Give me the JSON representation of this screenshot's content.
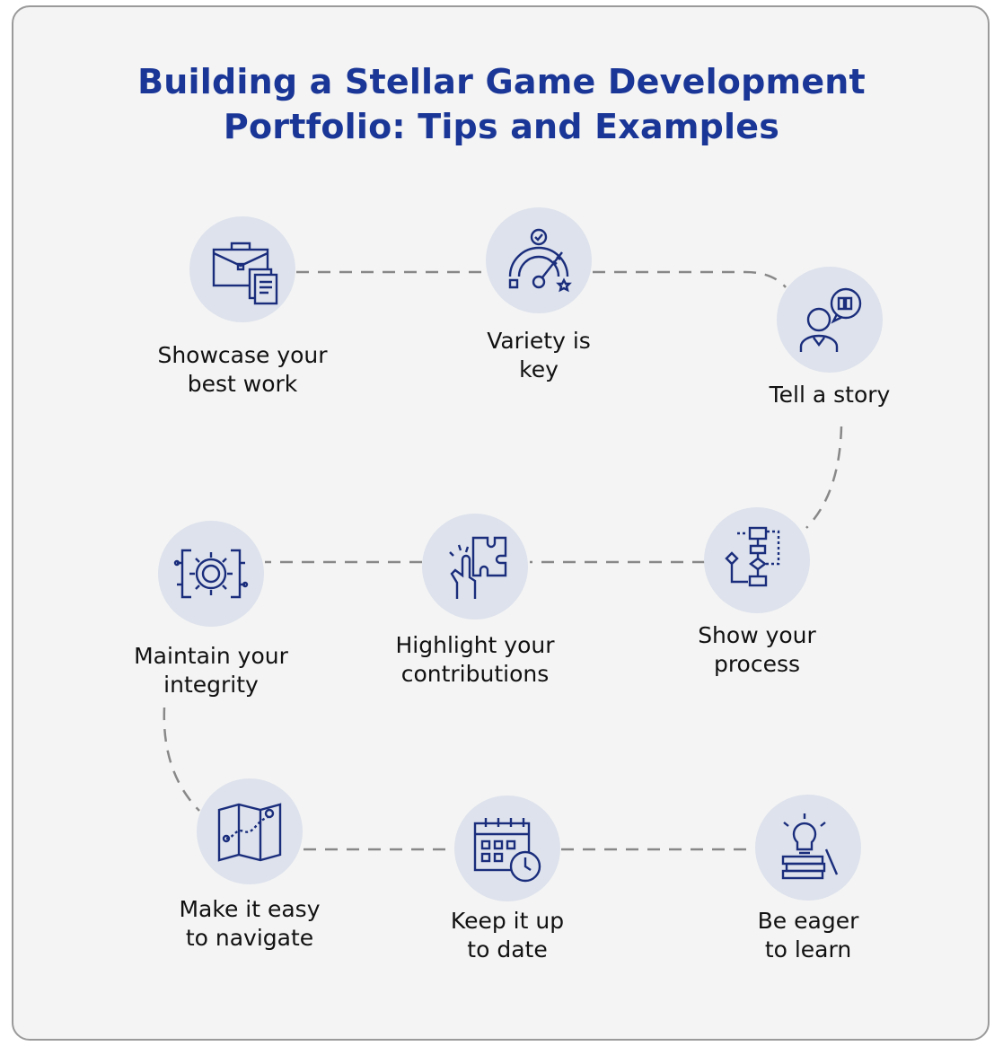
{
  "title_line1": "Building a Stellar Game Development",
  "title_line2": "Portfolio: Tips and Examples",
  "colors": {
    "title": "#1a3696",
    "icon": "#1a2d7c",
    "circle": "#dde2ec",
    "background": "#f4f4f4",
    "connector": "#888888"
  },
  "steps": [
    {
      "l1": "Showcase your",
      "l2": "best work",
      "icon": "briefcase-documents-icon"
    },
    {
      "l1": "Variety is",
      "l2": "key",
      "icon": "gauge-key-icon"
    },
    {
      "l1": "Tell a story",
      "l2": "",
      "icon": "storyteller-book-icon"
    },
    {
      "l1": "Show your",
      "l2": "process",
      "icon": "flowchart-icon"
    },
    {
      "l1": "Highlight your",
      "l2": "contributions",
      "icon": "puzzle-hand-icon"
    },
    {
      "l1": "Maintain your",
      "l2": "integrity",
      "icon": "gear-circuit-icon"
    },
    {
      "l1": "Make it easy",
      "l2": "to navigate",
      "icon": "map-route-icon"
    },
    {
      "l1": "Keep it up",
      "l2": "to date",
      "icon": "calendar-clock-icon"
    },
    {
      "l1": "Be eager",
      "l2": "to learn",
      "icon": "lightbulb-books-icon"
    }
  ]
}
